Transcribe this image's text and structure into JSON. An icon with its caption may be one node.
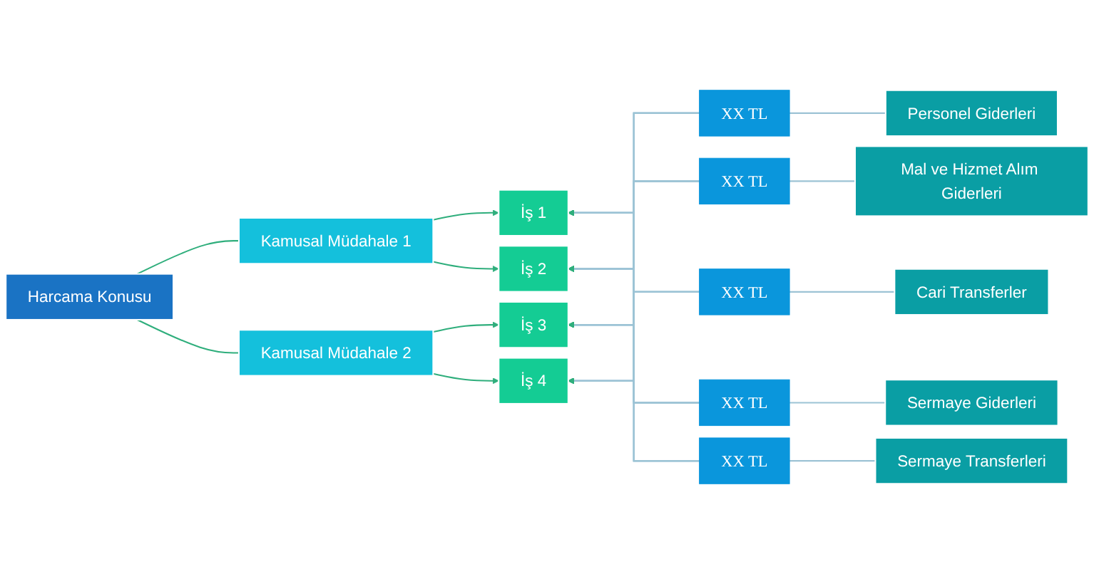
{
  "diagram": {
    "nodes": [
      {
        "text": [
          "Harcama Konusu"
        ]
      },
      {
        "text": [
          "Kamusal Müdahale 1"
        ]
      },
      {
        "text": [
          "Kamusal Müdahale 2"
        ]
      },
      {
        "text": [
          "İş 1"
        ]
      },
      {
        "text": [
          "İş 2"
        ]
      },
      {
        "text": [
          "İş 3"
        ]
      },
      {
        "text": [
          "İş 4"
        ]
      },
      {
        "text": [
          "XX TL"
        ]
      },
      {
        "text": [
          "XX TL"
        ]
      },
      {
        "text": [
          "XX TL"
        ]
      },
      {
        "text": [
          "XX TL"
        ]
      },
      {
        "text": [
          "XX TL"
        ]
      },
      {
        "text": [
          "Personel Giderleri"
        ]
      },
      {
        "text": [
          "Mal ve Hizmet Alım Giderleri"
        ]
      },
      {
        "text": [
          "Cari Transferler"
        ]
      },
      {
        "text": [
          "Sermaye Giderleri"
        ]
      },
      {
        "text": [
          "Sermaye Transferleri"
        ]
      }
    ],
    "edges": [
      {
        "from": 0,
        "to": 1,
        "arrow": "none",
        "color": "#2fae7c"
      },
      {
        "from": 0,
        "to": 2,
        "arrow": "none",
        "color": "#2fae7c"
      },
      {
        "from": 1,
        "to": 3,
        "arrow": "to",
        "color": "#2fae7c"
      },
      {
        "from": 1,
        "to": 4,
        "arrow": "to",
        "color": "#2fae7c"
      },
      {
        "from": 2,
        "to": 5,
        "arrow": "to",
        "color": "#2fae7c"
      },
      {
        "from": 2,
        "to": 6,
        "arrow": "to",
        "color": "#2fae7c"
      },
      {
        "from": 7,
        "to": 3,
        "arrow": "to"
      },
      {
        "from": 7,
        "to": 4,
        "arrow": "to"
      },
      {
        "from": 7,
        "to": 5,
        "arrow": "to"
      },
      {
        "from": 7,
        "to": 6,
        "arrow": "to"
      },
      {
        "from": 8,
        "to": 3,
        "arrow": "to"
      },
      {
        "from": 8,
        "to": 4,
        "arrow": "to"
      },
      {
        "from": 8,
        "to": 5,
        "arrow": "to"
      },
      {
        "from": 8,
        "to": 6,
        "arrow": "to"
      },
      {
        "from": 9,
        "to": 3,
        "arrow": "to"
      },
      {
        "from": 9,
        "to": 4,
        "arrow": "to"
      },
      {
        "from": 9,
        "to": 5,
        "arrow": "to"
      },
      {
        "from": 9,
        "to": 6,
        "arrow": "to"
      },
      {
        "from": 10,
        "to": 3,
        "arrow": "to"
      },
      {
        "from": 10,
        "to": 4,
        "arrow": "to"
      },
      {
        "from": 10,
        "to": 5,
        "arrow": "to"
      },
      {
        "from": 10,
        "to": 6,
        "arrow": "to"
      },
      {
        "from": 11,
        "to": 3,
        "arrow": "to"
      },
      {
        "from": 11,
        "to": 4,
        "arrow": "to"
      },
      {
        "from": 11,
        "to": 5,
        "arrow": "to"
      },
      {
        "from": 11,
        "to": 6,
        "arrow": "to"
      },
      {
        "from": 7,
        "to": 12,
        "arrow": "none"
      },
      {
        "from": 8,
        "to": 13,
        "arrow": "none"
      },
      {
        "from": 9,
        "to": 14,
        "arrow": "none"
      },
      {
        "from": 10,
        "to": 15,
        "arrow": "none"
      },
      {
        "from": 11,
        "to": 16,
        "arrow": "none"
      }
    ]
  }
}
